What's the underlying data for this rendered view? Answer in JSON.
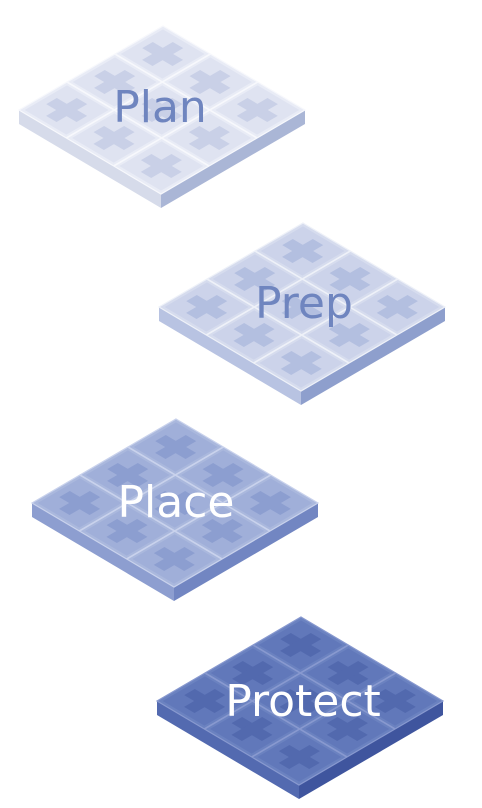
{
  "steps": [
    {
      "label": "Plan",
      "colors": {
        "top": "#e9ecf6",
        "left": "#d6dbea",
        "right": "#aab6d6",
        "cell": "#dfe3f1",
        "cross": "#c9d0e7",
        "line": "#f7f8fc",
        "text": "#6f85bf"
      }
    },
    {
      "label": "Prep",
      "colors": {
        "top": "#d6dcee",
        "left": "#b8c3e2",
        "right": "#8e9fcd",
        "cell": "#ccd3ea",
        "cross": "#b3bfe0",
        "line": "#eef1f8",
        "text": "#6f85bf"
      }
    },
    {
      "label": "Place",
      "colors": {
        "top": "#aab8dd",
        "left": "#8d9ed0",
        "right": "#7286c2",
        "cell": "#a0afd9",
        "cross": "#8c9ed0",
        "line": "#c9d2ec",
        "text": "#ffffff"
      }
    },
    {
      "label": "Protect",
      "colors": {
        "top": "#6b82c0",
        "left": "#536ab0",
        "right": "#3f559e",
        "cell": "#6178ba",
        "cross": "#5269ae",
        "line": "#8899cf",
        "text": "#ffffff"
      }
    }
  ]
}
